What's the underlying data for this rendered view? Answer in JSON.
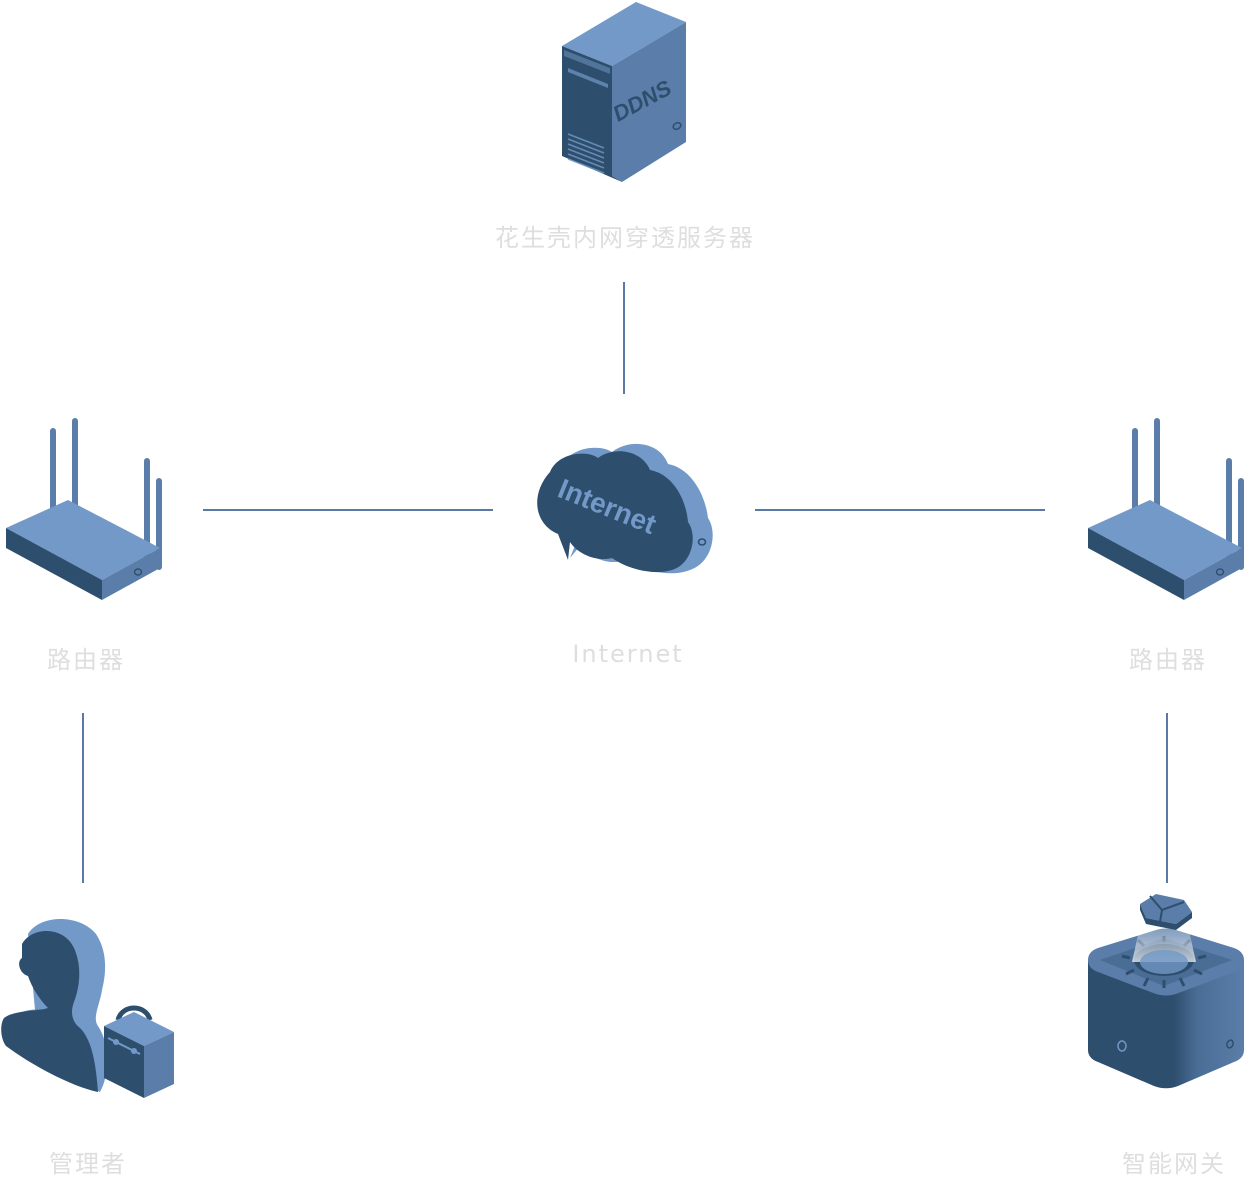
{
  "colors": {
    "light": "#7299c7",
    "mid": "#5a7ea9",
    "dark": "#2e4e6d",
    "line": "#5a7aa6",
    "label": "#dedede"
  },
  "nodes": {
    "ddns_server": {
      "label": "花生壳内网穿透服务器",
      "badge": "DDNS"
    },
    "internet": {
      "label": "Internet",
      "badge": "Internet"
    },
    "router_left": {
      "label": "路由器"
    },
    "router_right": {
      "label": "路由器"
    },
    "admin": {
      "label": "管理者"
    },
    "gateway": {
      "label": "智能网关"
    }
  },
  "connections": [
    {
      "from": "ddns_server",
      "to": "internet"
    },
    {
      "from": "router_left",
      "to": "internet"
    },
    {
      "from": "internet",
      "to": "router_right"
    },
    {
      "from": "router_left",
      "to": "admin"
    },
    {
      "from": "router_right",
      "to": "gateway"
    }
  ]
}
